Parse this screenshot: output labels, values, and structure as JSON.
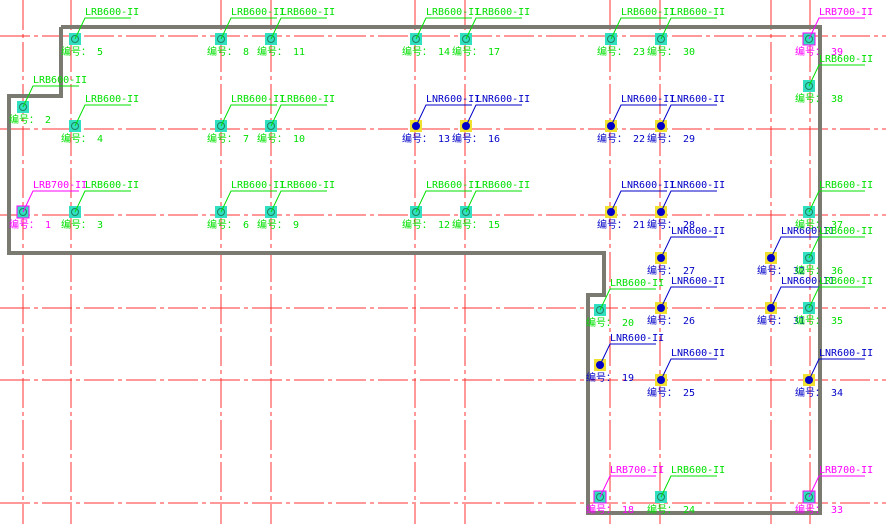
{
  "colors": {
    "background": "#ffffff",
    "axis_line": "#ff3030",
    "outline": "#7a7a70",
    "lrb600": "#00e000",
    "lrb700": "#ff00ff",
    "lnr600": "#0000c8",
    "lrb_marker": "#30e0c0",
    "lnr_marker": "#f0e030"
  },
  "number_prefix": "编号：",
  "bearings": [
    {
      "id": "1",
      "type": "LRB700-II"
    },
    {
      "id": "2",
      "type": "LRB600-II"
    },
    {
      "id": "3",
      "type": "LRB600-II"
    },
    {
      "id": "4",
      "type": "LRB600-II"
    },
    {
      "id": "5",
      "type": "LRB600-II"
    },
    {
      "id": "6",
      "type": "LRB600-II"
    },
    {
      "id": "7",
      "type": "LRB600-II"
    },
    {
      "id": "8",
      "type": "LRB600-II"
    },
    {
      "id": "9",
      "type": "LRB600-II"
    },
    {
      "id": "10",
      "type": "LRB600-II"
    },
    {
      "id": "11",
      "type": "LRB600-II"
    },
    {
      "id": "12",
      "type": "LRB600-II"
    },
    {
      "id": "13",
      "type": "LNR600-II"
    },
    {
      "id": "14",
      "type": "LRB600-II"
    },
    {
      "id": "15",
      "type": "LRB600-II"
    },
    {
      "id": "16",
      "type": "LNR600-II"
    },
    {
      "id": "17",
      "type": "LRB600-II"
    },
    {
      "id": "18",
      "type": "LRB700-II"
    },
    {
      "id": "19",
      "type": "LNR600-II"
    },
    {
      "id": "20",
      "type": "LRB600-II"
    },
    {
      "id": "21",
      "type": "LNR600-II"
    },
    {
      "id": "22",
      "type": "LNR600-II"
    },
    {
      "id": "23",
      "type": "LRB600-II"
    },
    {
      "id": "24",
      "type": "LRB600-II"
    },
    {
      "id": "25",
      "type": "LNR600-II"
    },
    {
      "id": "26",
      "type": "LNR600-II"
    },
    {
      "id": "27",
      "type": "LNR600-II"
    },
    {
      "id": "28",
      "type": "LNR600-II"
    },
    {
      "id": "29",
      "type": "LNR600-II"
    },
    {
      "id": "30",
      "type": "LRB600-II"
    },
    {
      "id": "31",
      "type": "LNR600-II"
    },
    {
      "id": "32",
      "type": "LNR600-II"
    },
    {
      "id": "33",
      "type": "LRB700-II"
    },
    {
      "id": "34",
      "type": "LNR600-II"
    },
    {
      "id": "35",
      "type": "LRB600-II"
    },
    {
      "id": "36",
      "type": "LRB600-II"
    },
    {
      "id": "37",
      "type": "LRB600-II"
    },
    {
      "id": "38",
      "type": "LRB600-II"
    },
    {
      "id": "39",
      "type": "LRB700-II"
    }
  ]
}
